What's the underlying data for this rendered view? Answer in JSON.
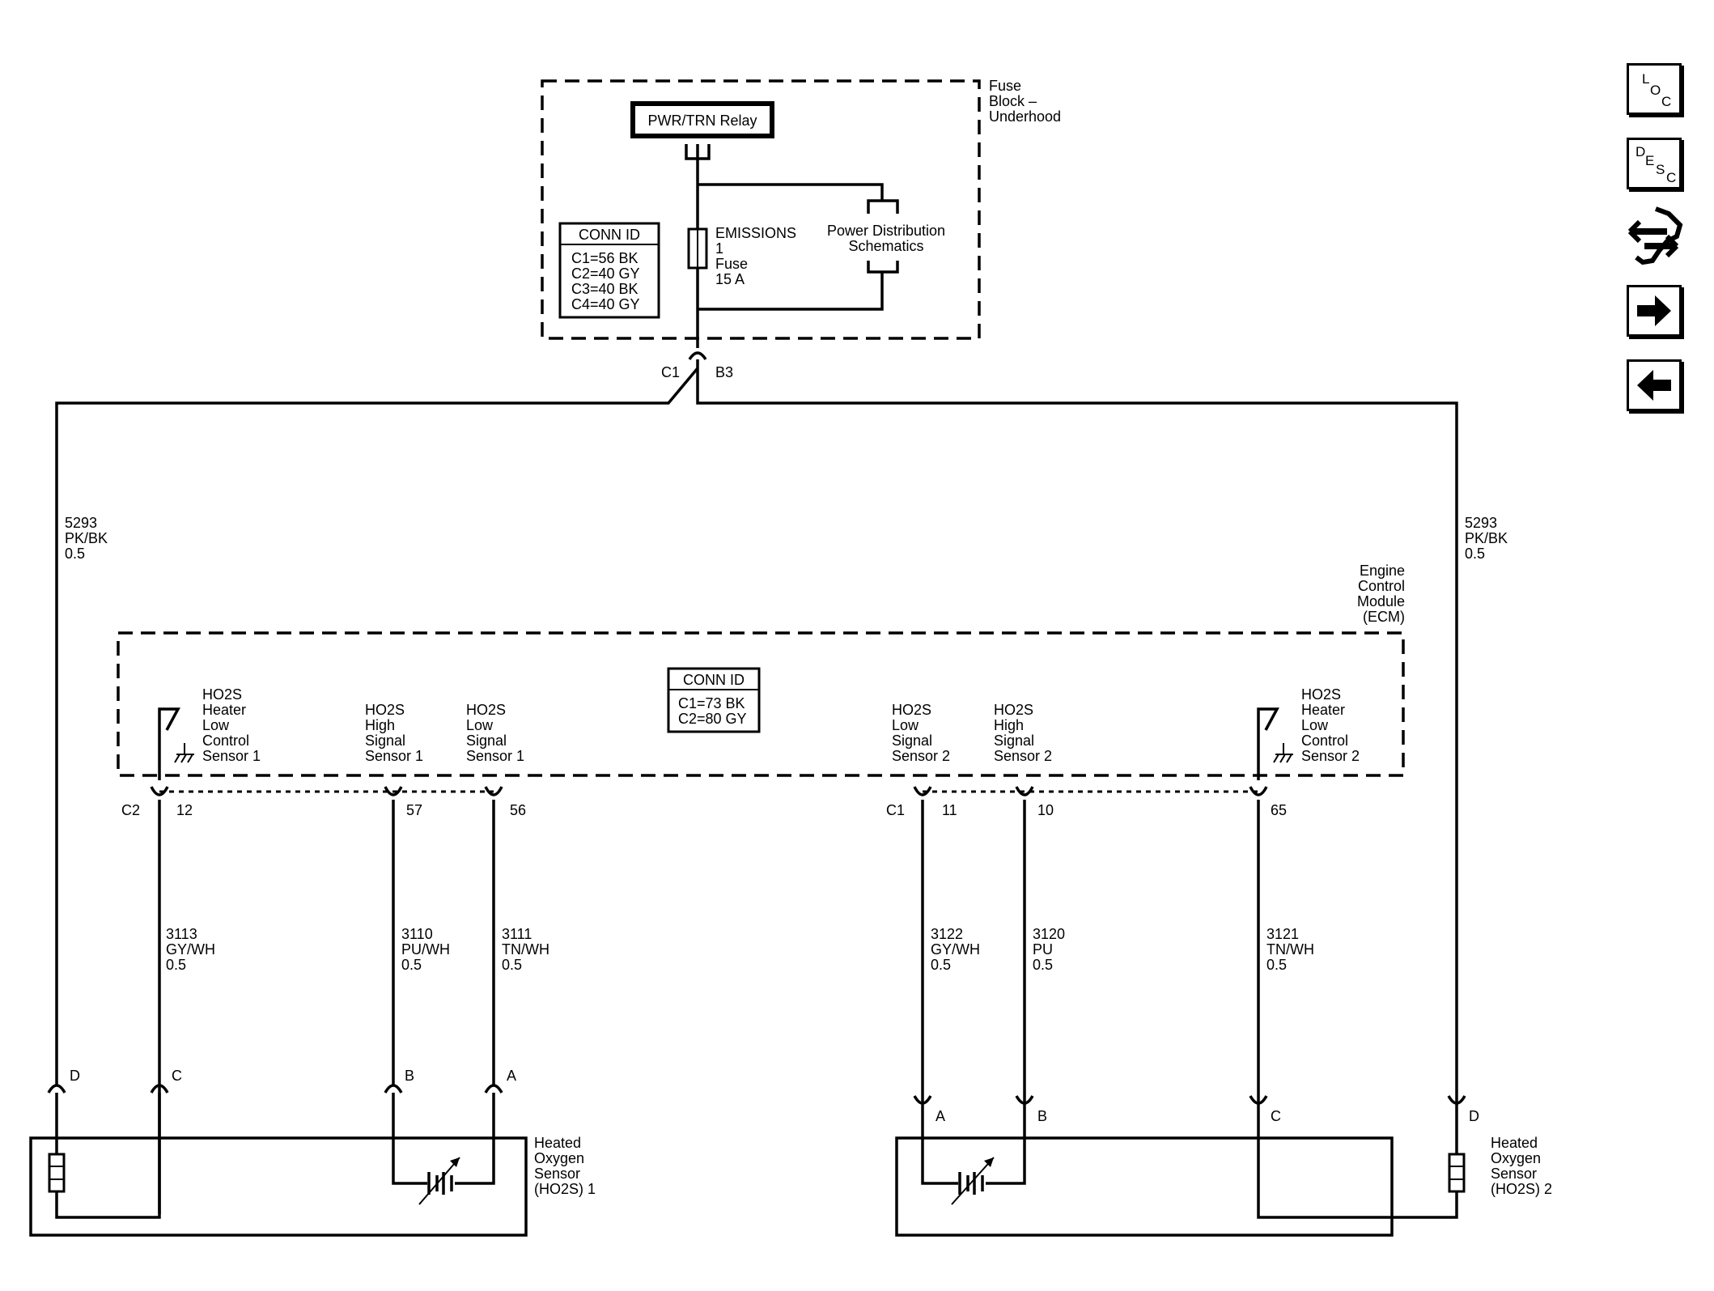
{
  "fuse_block": {
    "title": [
      "Fuse",
      "Block –",
      "Underhood"
    ],
    "relay": "PWR/TRN Relay",
    "fuse": [
      "EMISSIONS",
      "1",
      "Fuse",
      "15 A"
    ],
    "power_distribution": [
      "Power Distribution",
      "Schematics"
    ],
    "conn_id": {
      "header": "CONN ID",
      "rows": [
        "C1=56 BK",
        "C2=40 GY",
        "C3=40 BK",
        "C4=40 GY"
      ]
    },
    "output_connector": "C1",
    "output_pin": "B3"
  },
  "feed_wires": [
    {
      "circuit": "5293",
      "color": "PK/BK",
      "gauge": "0.5"
    },
    {
      "circuit": "5293",
      "color": "PK/BK",
      "gauge": "0.5"
    }
  ],
  "ecm": {
    "title": [
      "Engine",
      "Control",
      "Module",
      "(ECM)"
    ],
    "conn_id": {
      "header": "CONN ID",
      "rows": [
        "C1=73 BK",
        "C2=80 GY"
      ]
    },
    "left_connector": "C2",
    "right_connector": "C1",
    "pins": [
      {
        "pin": "12",
        "label": [
          "HO2S",
          "Heater",
          "Low",
          "Control",
          "Sensor 1"
        ]
      },
      {
        "pin": "57",
        "label": [
          "HO2S",
          "High",
          "Signal",
          "Sensor 1"
        ]
      },
      {
        "pin": "56",
        "label": [
          "HO2S",
          "Low",
          "Signal",
          "Sensor 1"
        ]
      },
      {
        "pin": "11",
        "label": [
          "HO2S",
          "Low",
          "Signal",
          "Sensor 2"
        ]
      },
      {
        "pin": "10",
        "label": [
          "HO2S",
          "High",
          "Signal",
          "Sensor 2"
        ]
      },
      {
        "pin": "65",
        "label": [
          "HO2S",
          "Heater",
          "Low",
          "Control",
          "Sensor 2"
        ]
      }
    ]
  },
  "signal_wires": [
    {
      "circuit": "3113",
      "color": "GY/WH",
      "gauge": "0.5"
    },
    {
      "circuit": "3110",
      "color": "PU/WH",
      "gauge": "0.5"
    },
    {
      "circuit": "3111",
      "color": "TN/WH",
      "gauge": "0.5"
    },
    {
      "circuit": "3122",
      "color": "GY/WH",
      "gauge": "0.5"
    },
    {
      "circuit": "3120",
      "color": "PU",
      "gauge": "0.5"
    },
    {
      "circuit": "3121",
      "color": "TN/WH",
      "gauge": "0.5"
    }
  ],
  "sensor1": {
    "title": [
      "Heated",
      "Oxygen",
      "Sensor",
      "(HO2S) 1"
    ],
    "pins": [
      "D",
      "C",
      "B",
      "A"
    ]
  },
  "sensor2": {
    "title": [
      "Heated",
      "Oxygen",
      "Sensor",
      "(HO2S) 2"
    ],
    "pins": [
      "A",
      "B",
      "C",
      "D"
    ]
  },
  "toolbar": {
    "loc": [
      "L",
      "O",
      "C"
    ],
    "desc": [
      "D",
      "E",
      "S",
      "C"
    ],
    "icons": [
      "loc-icon",
      "desc-icon",
      "wrench-arrows-icon",
      "arrow-right-icon",
      "arrow-left-icon"
    ]
  }
}
